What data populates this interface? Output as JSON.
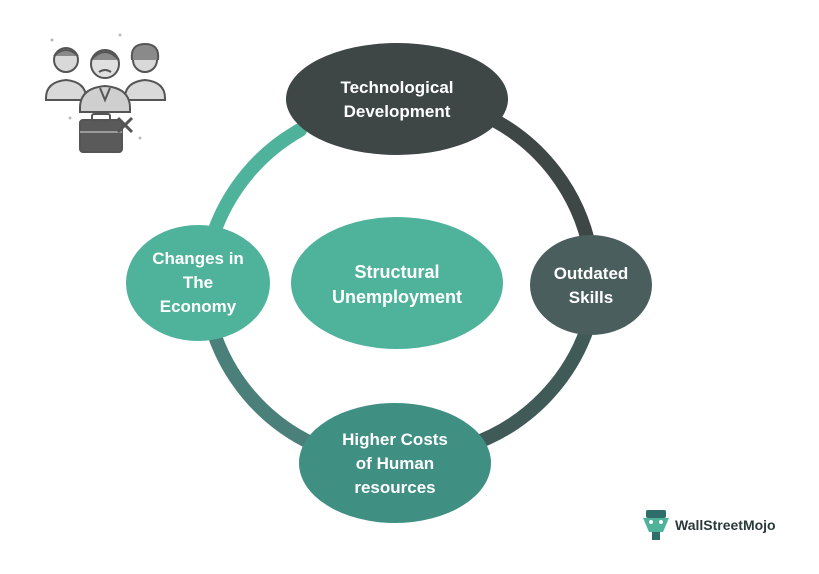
{
  "diagram": {
    "center": {
      "lines": [
        "Structural",
        "Unemployment"
      ]
    },
    "nodes": {
      "top": {
        "lines": [
          "Technological",
          "Development"
        ]
      },
      "right": {
        "lines": [
          "Outdated",
          "Skills"
        ]
      },
      "bottom": {
        "lines": [
          "Higher Costs",
          "of Human",
          "resources"
        ]
      },
      "left": {
        "lines": [
          "Changes in",
          "The",
          "Economy"
        ]
      }
    }
  },
  "brand": {
    "name": "WallStreetMojo"
  },
  "icons": {
    "people": "unhappy-people-icon",
    "briefcase": "briefcase-x-icon",
    "logo": "wallstreetmojo-logo-icon"
  },
  "colors": {
    "teal_light": "#4fb39b",
    "teal_mid": "#3f8f83",
    "dark_gray": "#3f4646",
    "dark_teal_gray": "#4a5f5d"
  }
}
